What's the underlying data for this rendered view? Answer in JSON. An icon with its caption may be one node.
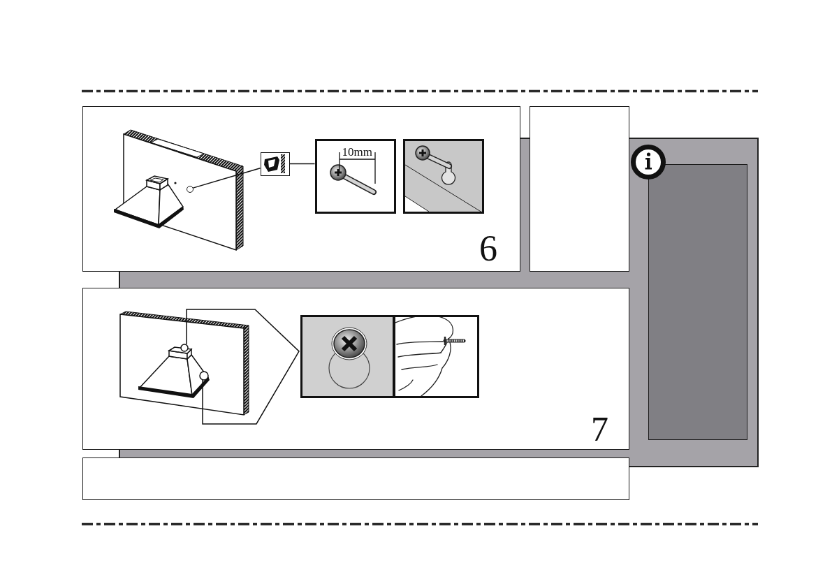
{
  "diagram": {
    "nodes": [
      {
        "text": [
          "6"
        ]
      },
      {
        "text": [],
        "shape": "circle",
        "in": 0
      },
      {
        "text": [],
        "shape": "picture",
        "in": 0
      },
      {
        "text": [],
        "shape": "picture",
        "in": 0
      },
      {
        "text": [],
        "shape": "picture",
        "in": 0
      },
      {
        "text": [],
        "shape": "box"
      },
      {
        "text": [],
        "shape": "box"
      },
      {
        "text": [
          "7"
        ]
      },
      {
        "text": [],
        "shape": "picture",
        "in": 7
      },
      {
        "text": [],
        "shape": "picture",
        "in": 7
      },
      {
        "text": [],
        "shape": "box"
      }
    ],
    "edges": [
      {
        "from": 1,
        "to": 2,
        "arrow": "none"
      },
      {
        "from": 2,
        "to": 3,
        "arrow": "none"
      }
    ],
    "labels": [
      "10mm"
    ]
  }
}
